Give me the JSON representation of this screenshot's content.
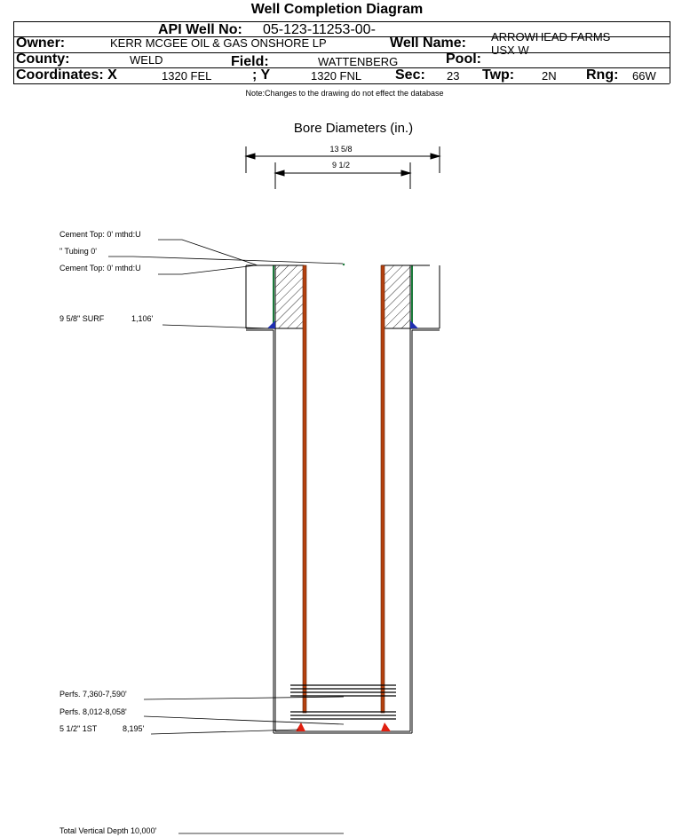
{
  "title": "Well Completion Diagram",
  "header": {
    "api_label": "API Well No:",
    "api_value": "05-123-11253-00-",
    "owner_label": "Owner:",
    "owner_value": "KERR MCGEE OIL & GAS ONSHORE LP",
    "well_name_label": "Well Name:",
    "well_name_value_1": "ARROWHEAD FARMS",
    "well_name_value_2": "USX W",
    "county_label": "County:",
    "county_value": "WELD",
    "field_label": "Field:",
    "field_value": "WATTENBERG",
    "pool_label": "Pool:",
    "pool_value": "",
    "coords_label": "Coordinates: X",
    "x_value": "1320 FEL",
    "y_label": "; Y",
    "y_value": "1320 FNL",
    "sec_label": "Sec:",
    "sec_value": "23",
    "twp_label": "Twp:",
    "twp_value": "2N",
    "rng_label": "Rng:",
    "rng_value": "66W"
  },
  "note": "Note:Changes to the drawing do not effect the database",
  "bore": {
    "title": "Bore Diameters (in.)",
    "outer": "13 5/8",
    "inner": "9 1/2"
  },
  "annotations": {
    "cement_top_1": "Cement Top: 0' mthd:U",
    "tubing": "\" Tubing 0'",
    "cement_top_2": "Cement Top: 0' mthd:U",
    "surf_casing": "9 5/8\" SURF",
    "surf_depth": "1,106'",
    "perfs_1": "Perfs. 7,360-7,590'",
    "perfs_2": "Perfs. 8,012-8,058'",
    "prod_casing": "5 1/2\" 1ST",
    "prod_depth": "8,195'",
    "tvd": "Total Vertical Depth 10,000'"
  },
  "colors": {
    "tubing": "#b5410f",
    "cement_edge": "#1a7a3a",
    "surf_shoe": "#1f2fb0",
    "prod_shoe": "#e02010",
    "hatch": "#000000"
  }
}
